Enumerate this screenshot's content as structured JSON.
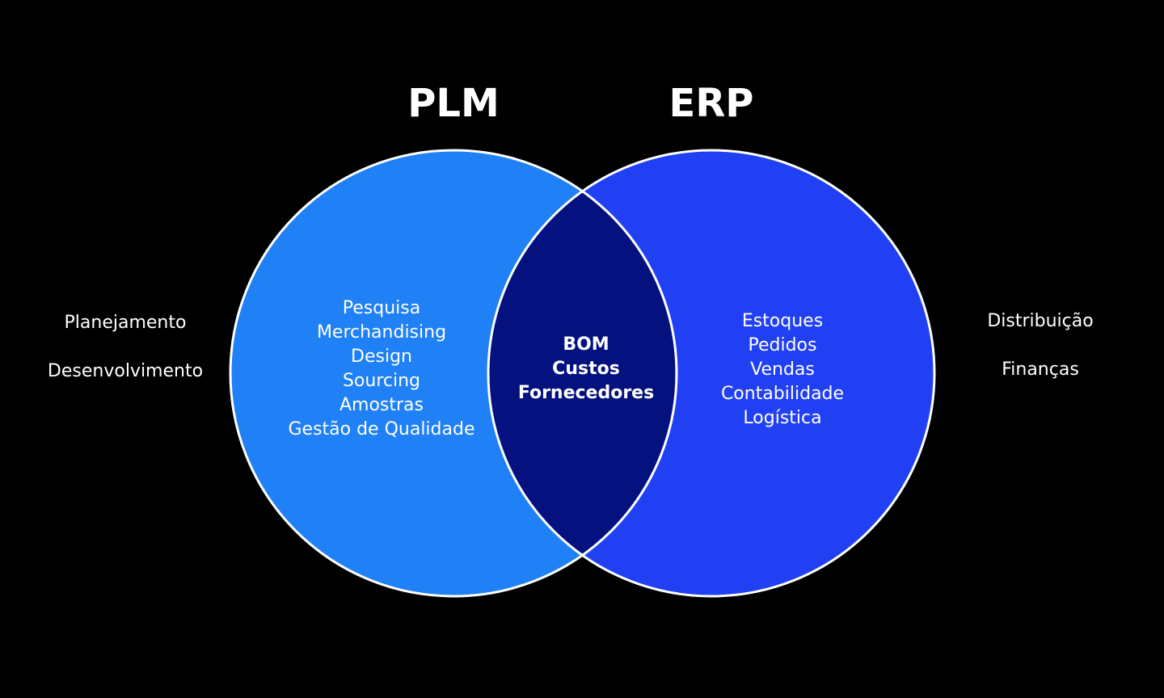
{
  "diagram": {
    "titles": {
      "plm": "PLM",
      "erp": "ERP"
    },
    "plm_only": [
      "Pesquisa",
      "Merchandising",
      "Design",
      "Sourcing",
      "Amostras",
      "Gestão de Qualidade"
    ],
    "shared": [
      "BOM",
      "Custos",
      "Fornecedores"
    ],
    "erp_only": [
      "Estoques",
      "Pedidos",
      "Vendas",
      "Contabilidade",
      "Logística"
    ],
    "outside_left": [
      "Planejamento",
      "Desenvolvimento"
    ],
    "outside_right": [
      "Distribuição",
      "Finanças"
    ]
  },
  "colors": {
    "background": "#000000",
    "plm_circle": "#2080f5",
    "erp_circle": "#2140f4",
    "intersection": "#04117e",
    "outline": "#ffffff",
    "text": "#ffffff"
  }
}
